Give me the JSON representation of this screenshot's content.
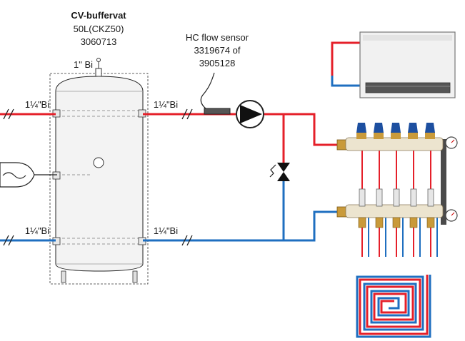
{
  "buffer_tank": {
    "title": "CV-buffervat",
    "capacity": "50L(CKZ50)",
    "article": "3060713"
  },
  "top_connection": {
    "label": "1\" Bi"
  },
  "connections": {
    "left_top": "1¼\"Bi",
    "right_top": "1¼\"Bi",
    "left_bottom": "1¼\"Bi",
    "right_bottom": "1¼\"Bi"
  },
  "sensor": {
    "line1": "HC flow sensor",
    "line2": "3319674 of",
    "line3": "3905128"
  },
  "colors": {
    "supply": "#e5202a",
    "return": "#1f6fc0",
    "outline": "#1a1a1a",
    "valve_blue": "#1d4fa0",
    "brass": "#c99a3a"
  }
}
